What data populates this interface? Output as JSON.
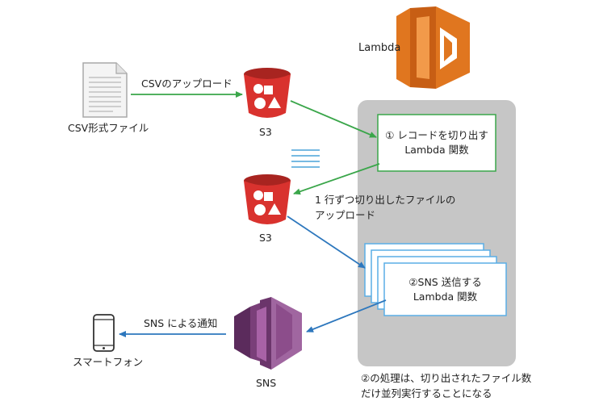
{
  "lambda_label": "Lambda",
  "csv_file": {
    "caption": "CSV形式ファイル"
  },
  "upload_label": "CSVのアップロード",
  "s3_top": {
    "caption": "S3"
  },
  "s3_bottom": {
    "caption": "S3"
  },
  "box1": {
    "line1": "① レコードを切り出す",
    "line2": "Lambda 関数"
  },
  "split_label": {
    "line1": "1 行ずつ切り出したファイルの",
    "line2": "アップロード"
  },
  "box2": {
    "line1": "②SNS 送信する",
    "line2": "Lambda 関数"
  },
  "sns": {
    "caption": "SNS"
  },
  "notify_label": "SNS による通知",
  "phone": {
    "caption": "スマートフォン"
  },
  "note": {
    "line1": "②の処理は、切り出されたファイル数",
    "line2": "だけ並列実行することになる"
  },
  "colors": {
    "green_arrow": "#3aa64a",
    "blue_arrow": "#2d77bd",
    "group_bg": "#c6c6c6",
    "lambda_orange": "#e0761f",
    "s3_red": "#d9322e",
    "sns_purple": "#8c4d8b"
  }
}
